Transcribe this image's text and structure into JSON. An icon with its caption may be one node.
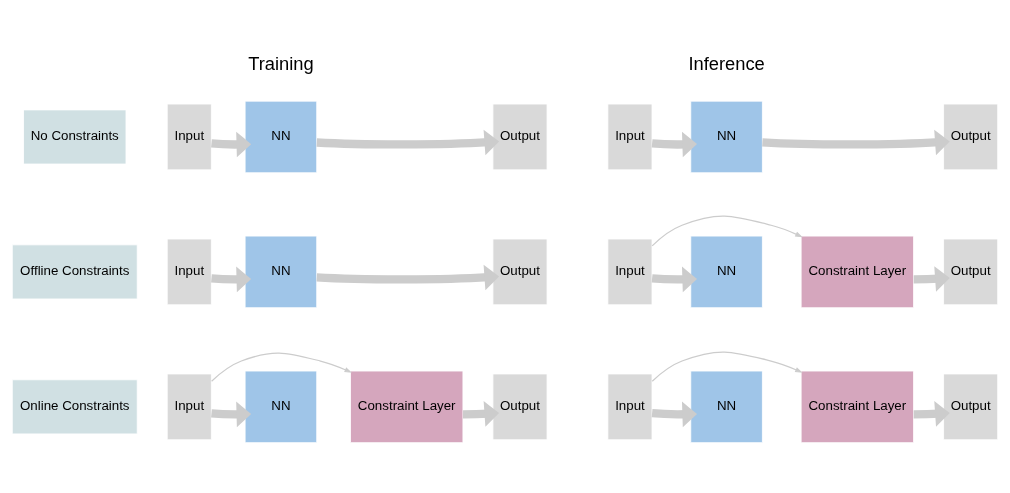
{
  "diagram": {
    "nodes": [
      {
        "text": [
          "No Constraints"
        ]
      },
      {
        "text": [
          "Offline Constraints"
        ]
      },
      {
        "text": [
          "Online Constraints"
        ]
      },
      {
        "text": [
          "Input"
        ]
      },
      {
        "text": [
          "NN"
        ]
      },
      {
        "text": [
          "Output"
        ]
      },
      {
        "text": [
          "Input"
        ]
      },
      {
        "text": [
          "NN"
        ]
      },
      {
        "text": [
          "Output"
        ]
      },
      {
        "text": [
          "Input"
        ]
      },
      {
        "text": [
          "NN"
        ]
      },
      {
        "text": [
          "Output"
        ]
      },
      {
        "text": [
          "Input"
        ]
      },
      {
        "text": [
          "NN"
        ]
      },
      {
        "text": [
          "Constraint Layer"
        ]
      },
      {
        "text": [
          "Output"
        ]
      },
      {
        "text": [
          "Input"
        ]
      },
      {
        "text": [
          "NN"
        ]
      },
      {
        "text": [
          "Constraint Layer"
        ]
      },
      {
        "text": [
          "Output"
        ]
      },
      {
        "text": [
          "Input"
        ]
      },
      {
        "text": [
          "NN"
        ]
      },
      {
        "text": [
          "Constraint Layer"
        ]
      },
      {
        "text": [
          "Output"
        ]
      }
    ],
    "edges": [
      {
        "from": 3,
        "to": 4,
        "arrow": "to"
      },
      {
        "from": 4,
        "to": 5,
        "arrow": "to"
      },
      {
        "from": 6,
        "to": 7,
        "arrow": "to"
      },
      {
        "from": 7,
        "to": 8,
        "arrow": "to"
      },
      {
        "from": 9,
        "to": 10,
        "arrow": "to"
      },
      {
        "from": 10,
        "to": 11,
        "arrow": "to"
      },
      {
        "from": 12,
        "to": 13,
        "arrow": "to"
      },
      {
        "from": 14,
        "to": 15,
        "arrow": "to"
      },
      {
        "from": 12,
        "to": 14,
        "arrow": "to"
      },
      {
        "from": 16,
        "to": 17,
        "arrow": "to"
      },
      {
        "from": 18,
        "to": 19,
        "arrow": "to"
      },
      {
        "from": 16,
        "to": 18,
        "arrow": "to"
      },
      {
        "from": 20,
        "to": 21,
        "arrow": "to"
      },
      {
        "from": 22,
        "to": 23,
        "arrow": "to"
      },
      {
        "from": 20,
        "to": 22,
        "arrow": "to"
      }
    ],
    "labels": [
      "Training",
      "Inference"
    ]
  }
}
